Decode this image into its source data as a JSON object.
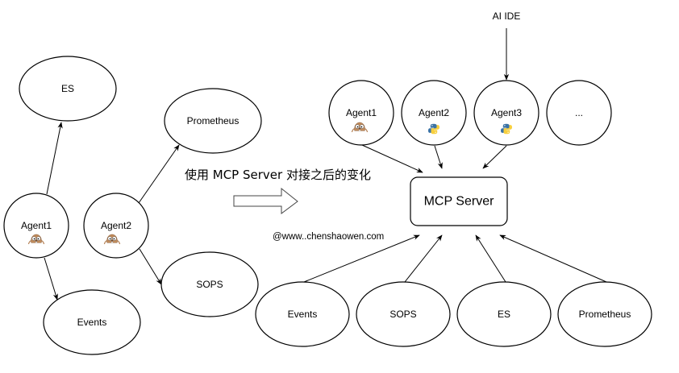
{
  "diagram": {
    "title": "使用 MCP Server 对接之后的变化",
    "watermark": "@www..chenshaowen.com",
    "colors": {
      "stroke": "#000000",
      "background": "#ffffff",
      "gopher_body": "#c08b5c",
      "python_blue": "#3a72a5",
      "python_yellow": "#f7cf3e"
    },
    "before": {
      "nodes": [
        {
          "id": "l-es",
          "label": "ES",
          "shape": "ellipse"
        },
        {
          "id": "l-prometheus",
          "label": "Prometheus",
          "shape": "ellipse"
        },
        {
          "id": "l-agent1",
          "label": "Agent1",
          "shape": "circle",
          "icon": "gopher-icon"
        },
        {
          "id": "l-agent2",
          "label": "Agent2",
          "shape": "circle",
          "icon": "gopher-icon"
        },
        {
          "id": "l-events",
          "label": "Events",
          "shape": "ellipse"
        },
        {
          "id": "l-sops",
          "label": "SOPS",
          "shape": "ellipse"
        }
      ],
      "edges": [
        {
          "from": "l-agent1",
          "to": "l-es"
        },
        {
          "from": "l-agent1",
          "to": "l-events"
        },
        {
          "from": "l-agent2",
          "to": "l-prometheus"
        },
        {
          "from": "l-agent2",
          "to": "l-sops"
        }
      ]
    },
    "after": {
      "source_label": "AI IDE",
      "server_label": "MCP Server",
      "agents": [
        {
          "id": "r-agent1",
          "label": "Agent1",
          "icon": "gopher-icon"
        },
        {
          "id": "r-agent2",
          "label": "Agent2",
          "icon": "python-icon"
        },
        {
          "id": "r-agent3",
          "label": "Agent3",
          "icon": "python-icon"
        },
        {
          "id": "r-more",
          "label": "...",
          "icon": ""
        }
      ],
      "backends": [
        {
          "id": "r-events",
          "label": "Events"
        },
        {
          "id": "r-sops",
          "label": "SOPS"
        },
        {
          "id": "r-es",
          "label": "ES"
        },
        {
          "id": "r-prometheus",
          "label": "Prometheus"
        }
      ],
      "edges": [
        {
          "from": "AI IDE",
          "to": "r-agent3"
        },
        {
          "from": "r-agent1",
          "to": "MCP Server"
        },
        {
          "from": "r-agent2",
          "to": "MCP Server"
        },
        {
          "from": "r-agent3",
          "to": "MCP Server"
        },
        {
          "from": "r-events",
          "to": "MCP Server"
        },
        {
          "from": "r-sops",
          "to": "MCP Server"
        },
        {
          "from": "r-es",
          "to": "MCP Server"
        },
        {
          "from": "r-prometheus",
          "to": "MCP Server"
        }
      ]
    }
  }
}
